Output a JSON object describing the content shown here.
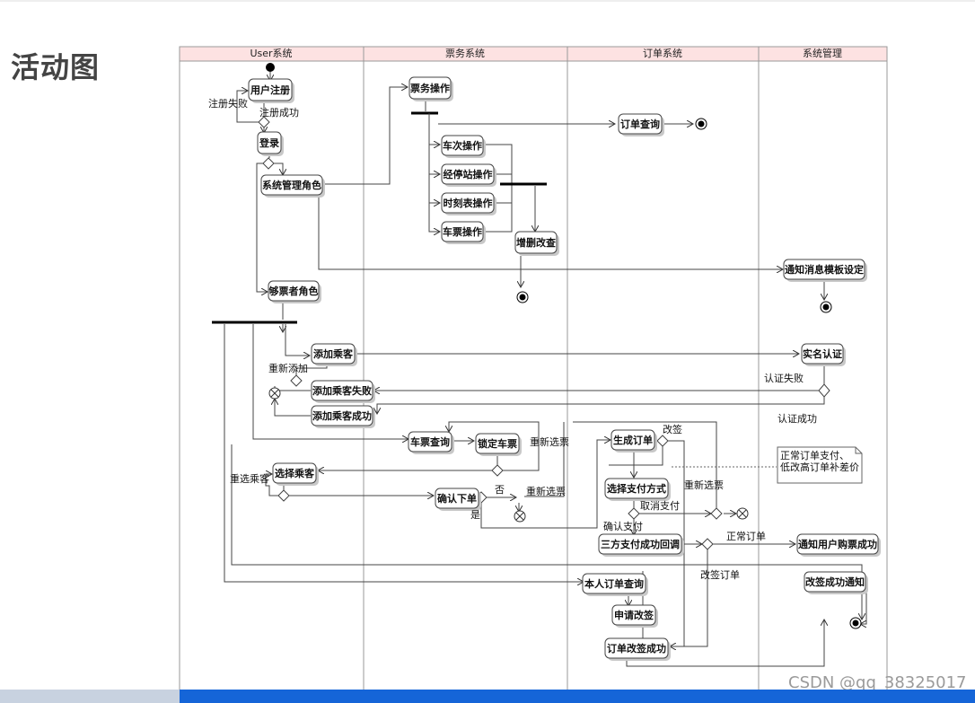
{
  "page": {
    "title": "活动图"
  },
  "lanes": [
    "User系统",
    "票务系统",
    "订单系统",
    "系统管理"
  ],
  "nodes": {
    "user_register": "用户注册",
    "login": "登录",
    "admin_role": "系统管理角色",
    "buyer_role": "够票者角色",
    "add_passenger": "添加乘客",
    "add_passenger_fail": "添加乘客失败",
    "add_passenger_success": "添加乘客成功",
    "ticket_ops": "票务操作",
    "train_ops": "车次操作",
    "station_ops": "经停站操作",
    "schedule_ops": "时刻表操作",
    "ticket_item_ops": "车票操作",
    "crud": "增删改查",
    "ticket_query": "车票查询",
    "lock_ticket": "锁定车票",
    "select_passenger": "选择乘客",
    "confirm_order": "确认下单",
    "order_query": "订单查询",
    "create_order": "生成订单",
    "select_pay": "选择支付方式",
    "third_pay_callback": "三方支付成功回调",
    "my_order_query": "本人订单查询",
    "apply_change": "申请改签",
    "change_success": "订单改签成功",
    "notify_template": "通知消息模板设定",
    "real_name": "实名认证",
    "notify_user": "通知用户购票成功",
    "change_notify": "改签成功通知"
  },
  "edge_labels": {
    "register_fail": "注册失败",
    "register_success": "注册成功",
    "re_add": "重新添加",
    "auth_fail": "认证失败",
    "auth_success": "认证成功",
    "reselect_ticket_1": "重新选票",
    "reselect_passenger": "重选乘客",
    "no": "否",
    "yes": "是",
    "reselect_ticket_2": "重新选票",
    "change": "改签",
    "reselect_ticket_3": "重新选票",
    "cancel_pay": "取消支付",
    "confirm_pay": "确认支付",
    "normal_order": "正常订单",
    "change_order": "改签订单"
  },
  "note": {
    "line1": "正常订单支付、",
    "line2": "低改高订单补差价"
  },
  "watermark": "CSDN @qq_38325017",
  "colors": {
    "lane_header": "#fde2e2",
    "bottom_bar": "#1565d8",
    "title_text": "#444444"
  }
}
